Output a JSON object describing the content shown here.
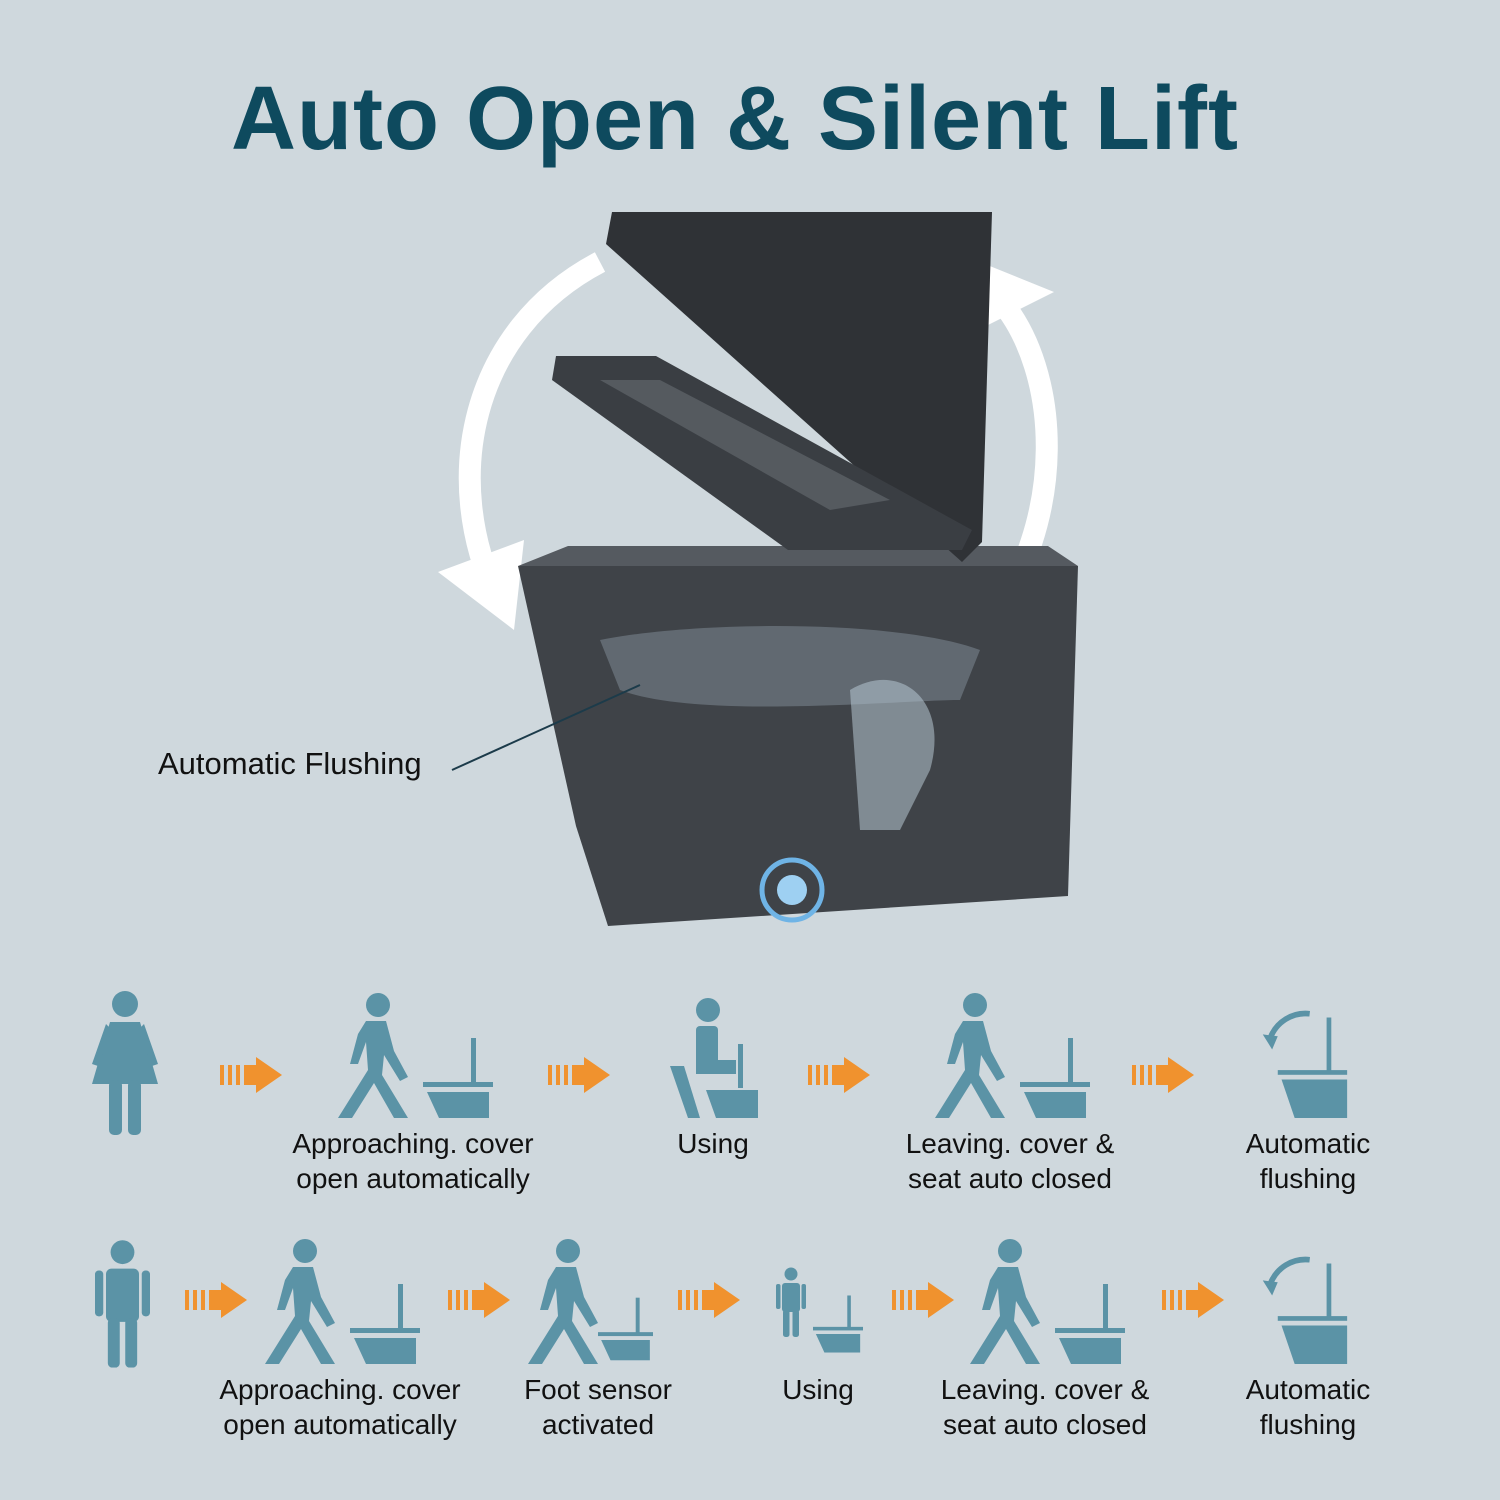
{
  "title": "Auto Open & Silent Lift",
  "callout": "Automatic Flushing",
  "colors": {
    "background": "#cfd8dd",
    "title": "#0e4a5e",
    "icon": "#5b93a6",
    "arrow": "#f0922e"
  },
  "flows": [
    {
      "name": "female",
      "start_icon": "woman-icon",
      "steps": [
        {
          "icon": "walk-toilet-open-icon",
          "line1": "Approaching. cover",
          "line2": "open automatically"
        },
        {
          "icon": "sitting-icon",
          "line1": "Using",
          "line2": ""
        },
        {
          "icon": "walk-toilet-close-icon",
          "line1": "Leaving. cover &",
          "line2": "seat auto closed"
        },
        {
          "icon": "flush-icon",
          "line1": "Automatic",
          "line2": "flushing"
        }
      ]
    },
    {
      "name": "male",
      "start_icon": "man-icon",
      "steps": [
        {
          "icon": "walk-toilet-open-icon",
          "line1": "Approaching. cover",
          "line2": "open automatically"
        },
        {
          "icon": "foot-sensor-icon",
          "line1": "Foot sensor",
          "line2": "activated"
        },
        {
          "icon": "standing-icon",
          "line1": "Using",
          "line2": ""
        },
        {
          "icon": "walk-toilet-close-icon",
          "line1": "Leaving. cover &",
          "line2": "seat auto closed"
        },
        {
          "icon": "flush-icon",
          "line1": "Automatic",
          "line2": "flushing"
        }
      ]
    }
  ]
}
